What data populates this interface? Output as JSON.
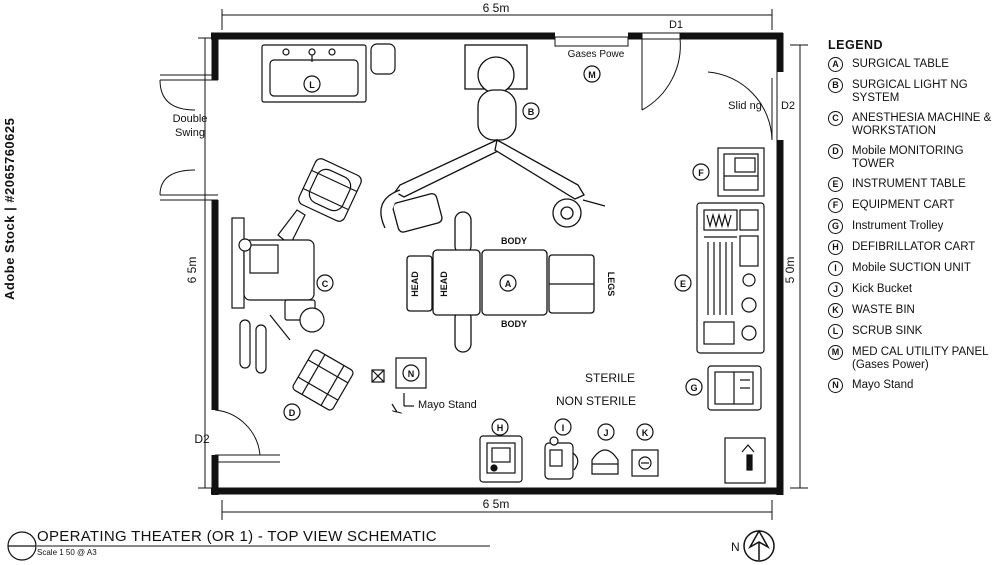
{
  "dimensions": {
    "top": "6 5m",
    "bottom": "6 5m",
    "left": "6 5m",
    "right": "5 0m"
  },
  "labels": {
    "door_top": "D1",
    "door_right": "D2",
    "door_bottom_left": "D2",
    "sliding": "Slid ng",
    "double_swing_1": "Double",
    "double_swing_2": "Swing",
    "gases_power": "Gases Powe",
    "body_top": "BODY",
    "body_bottom": "BODY",
    "head_1": "HEAD",
    "head_2": "HEAD",
    "legs": "LEGS",
    "sterile": "STERILE",
    "non_sterile": "NON STERILE",
    "mayo_stand": "Mayo Stand",
    "north": "N"
  },
  "markers": {
    "A": "A",
    "B": "B",
    "C": "C",
    "D": "D",
    "E": "E",
    "F": "F",
    "G": "G",
    "H": "H",
    "I": "I",
    "J": "J",
    "K": "K",
    "L": "L",
    "M": "M",
    "N": "N"
  },
  "legend": {
    "title": "LEGEND",
    "items": [
      {
        "key": "A",
        "text": "SURGICAL TABLE"
      },
      {
        "key": "B",
        "text": "SURGICAL LIGHT NG SYSTEM"
      },
      {
        "key": "C",
        "text": "ANESTHESIA MACHINE & WORKSTATION"
      },
      {
        "key": "D",
        "text": "Mobile MONITORING TOWER"
      },
      {
        "key": "E",
        "text": "INSTRUMENT TABLE"
      },
      {
        "key": "F",
        "text": "EQUIPMENT CART"
      },
      {
        "key": "G",
        "text": "Instrument Trolley"
      },
      {
        "key": "H",
        "text": "DEFIBRILLATOR CART"
      },
      {
        "key": "I",
        "text": "Mobile SUCTION UNIT"
      },
      {
        "key": "J",
        "text": "Kick Bucket"
      },
      {
        "key": "K",
        "text": "WASTE BIN"
      },
      {
        "key": "L",
        "text": "SCRUB SINK"
      },
      {
        "key": "M",
        "text": "MED CAL UTILITY PANEL (Gases Power)"
      },
      {
        "key": "N",
        "text": "Mayo Stand"
      }
    ]
  },
  "title": "OPERATING THEATER (OR 1) - TOP VIEW SCHEMATIC",
  "scale": "Scale 1 50 @ A3",
  "watermark_id": "Adobe Stock | #2065760625"
}
